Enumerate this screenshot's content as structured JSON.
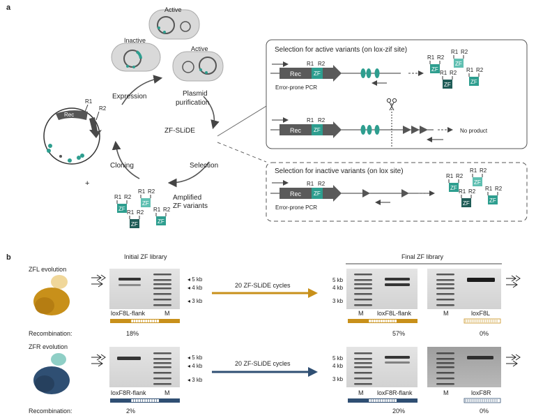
{
  "panel_a": {
    "letter": "a",
    "cell_labels": {
      "active_top": "Active",
      "inactive": "Inactive",
      "active_right": "Active"
    },
    "cycle": {
      "center": "ZF-SLiDE",
      "steps": [
        "Expression",
        "Plasmid purification",
        "Selection",
        "Cloning"
      ],
      "plasmid_labels": {
        "rec": "Rec",
        "r1": "R1",
        "r2": "R2"
      },
      "plus": "+",
      "amplified": [
        "Amplified",
        "ZF variants"
      ]
    },
    "active_box": {
      "title": "Selection for active variants (on lox-zif site)",
      "rec": "Rec",
      "zf": "ZF",
      "r1": "R1",
      "r2": "R2",
      "pcr": "Error-prone PCR",
      "no_product": "No product"
    },
    "inactive_box": {
      "title": "Selection for inactive variants (on lox site)",
      "rec": "Rec",
      "zf": "ZF",
      "r1": "R1",
      "r2": "R2",
      "pcr": "Error-prone PCR"
    }
  },
  "panel_b": {
    "letter": "b",
    "initial_header": "Initial ZF library",
    "final_header": "Final ZF library",
    "recombination_label": "Recombination:",
    "markers": [
      "5 kb",
      "4 kb",
      "3 kb"
    ],
    "lane_m": "M",
    "rows": [
      {
        "evolution": "ZFL evolution",
        "cycles": "20 ZF-SLiDE cycles",
        "initial_lane": "loxF8L-flank",
        "initial_pct": "18%",
        "final_lane": "loxF8L-flank",
        "final_pct": "57%",
        "control_lane": "loxF8L",
        "control_pct": "0%",
        "color": "#c8901a"
      },
      {
        "evolution": "ZFR evolution",
        "cycles": "20 ZF-SLiDE cycles",
        "initial_lane": "loxF8R-flank",
        "initial_pct": "2%",
        "final_lane": "loxF8R-flank",
        "final_pct": "20%",
        "control_lane": "loxF8R",
        "control_pct": "0%",
        "color": "#2f4f73"
      }
    ]
  },
  "colors": {
    "teal": "#2e9e8f",
    "teal_light": "#5fbfb1",
    "teal_dark": "#1f5c57",
    "dark_gray": "#4a4a4a"
  }
}
